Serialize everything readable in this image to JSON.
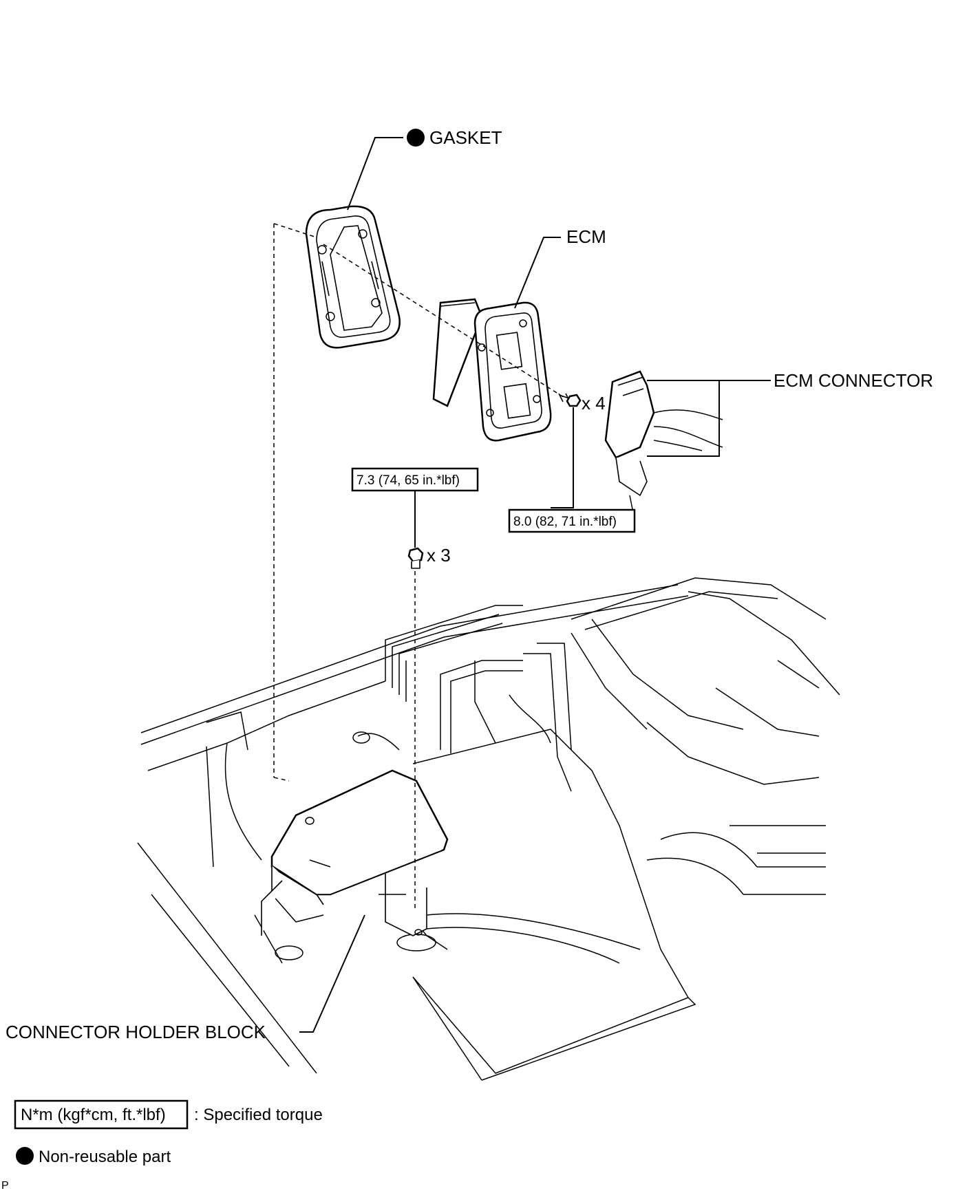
{
  "labels": {
    "gasket": "GASKET",
    "ecm": "ECM",
    "ecm_connector": "ECM CONNECTOR",
    "connector_holder_block": "CONNECTOR HOLDER BLOCK",
    "qty_bolts_ecm": "x 4",
    "qty_bolts_block": "x 3"
  },
  "torque": {
    "ecm_bolt": "8.0 (82, 71 in.*lbf)",
    "block_bolt": "7.3 (74, 65 in.*lbf)"
  },
  "legend": {
    "torque_unit": "N*m (kgf*cm, ft.*lbf)",
    "torque_desc": ": Specified torque",
    "non_reusable": "Non-reusable part"
  },
  "corner_code": "P"
}
